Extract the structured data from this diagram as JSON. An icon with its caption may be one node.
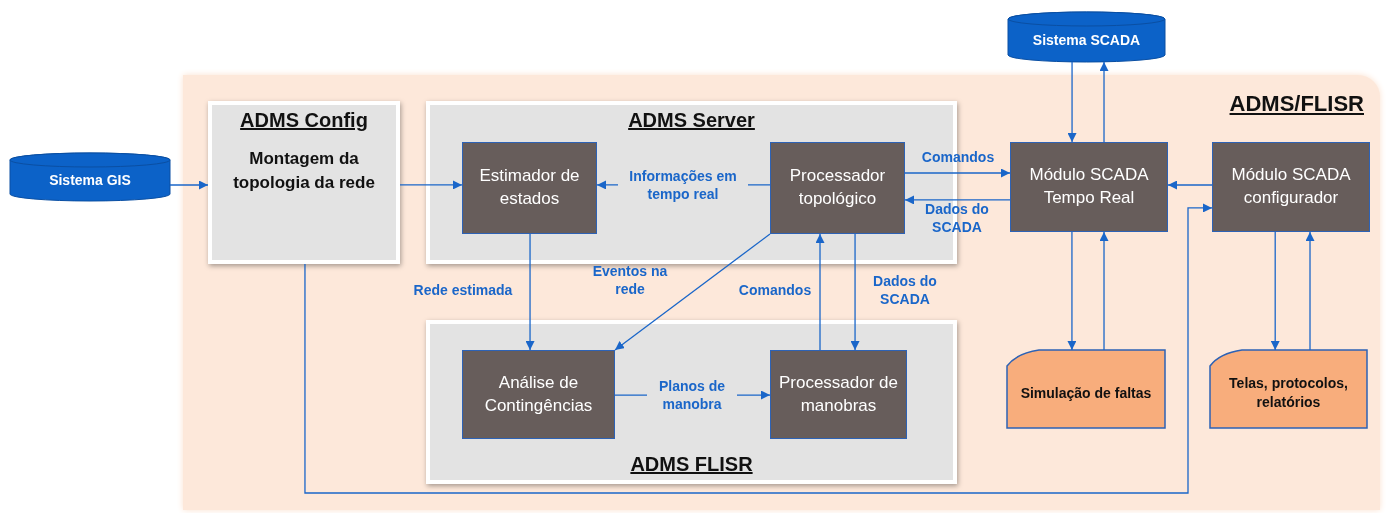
{
  "diagram": {
    "nodes": [
      {
        "text": [
          "ADMS/FLISR"
        ]
      },
      {
        "text": [
          "Sistema GIS"
        ]
      },
      {
        "text": [
          "Sistema SCADA"
        ]
      },
      {
        "text": [
          "ADMS Config",
          "Montagem da topologia da rede"
        ],
        "in": 0
      },
      {
        "text": [
          "ADMS Server"
        ],
        "in": 0
      },
      {
        "text": [
          "Estimador de estados"
        ],
        "in": 4
      },
      {
        "text": [
          "Processador topológico"
        ],
        "in": 4
      },
      {
        "text": [
          "Módulo SCADA Tempo Real"
        ],
        "in": 0
      },
      {
        "text": [
          "Módulo SCADA configurador"
        ],
        "in": 0
      },
      {
        "text": [
          "ADMS FLISR"
        ],
        "in": 0
      },
      {
        "text": [
          "Análise de Contingências"
        ],
        "in": 9
      },
      {
        "text": [
          "Processador de manobras"
        ],
        "in": 9
      },
      {
        "text": [
          "Simulação de faltas"
        ],
        "in": 0
      },
      {
        "text": [
          "Telas, protocolos, relatórios"
        ],
        "in": 0
      }
    ],
    "edges": [
      {
        "from": 1,
        "to": 3,
        "arrow": "to"
      },
      {
        "from": 3,
        "to": 5,
        "arrow": "to"
      },
      {
        "from": 6,
        "to": 5,
        "arrow": "to",
        "label": "Informações em tempo real"
      },
      {
        "from": 6,
        "to": 7,
        "arrow": "to",
        "label": "Comandos"
      },
      {
        "from": 7,
        "to": 6,
        "arrow": "to",
        "label": "Dados do SCADA"
      },
      {
        "from": 2,
        "to": 7,
        "arrow": "to"
      },
      {
        "from": 7,
        "to": 2,
        "arrow": "to"
      },
      {
        "from": 8,
        "to": 7,
        "arrow": "to"
      },
      {
        "from": 3,
        "to": 8,
        "arrow": "to"
      },
      {
        "from": 5,
        "to": 10,
        "arrow": "to",
        "label": "Rede estimada"
      },
      {
        "from": 6,
        "to": 10,
        "arrow": "to",
        "label": "Eventos na rede"
      },
      {
        "from": 11,
        "to": 6,
        "arrow": "to",
        "label": "Comandos"
      },
      {
        "from": 6,
        "to": 11,
        "arrow": "to",
        "label": "Dados do SCADA"
      },
      {
        "from": 10,
        "to": 11,
        "arrow": "to",
        "label": "Planos de manobra"
      },
      {
        "from": 7,
        "to": 12,
        "arrow": "to"
      },
      {
        "from": 12,
        "to": 7,
        "arrow": "to"
      },
      {
        "from": 8,
        "to": 13,
        "arrow": "to"
      },
      {
        "from": 13,
        "to": 8,
        "arrow": "to"
      }
    ]
  }
}
